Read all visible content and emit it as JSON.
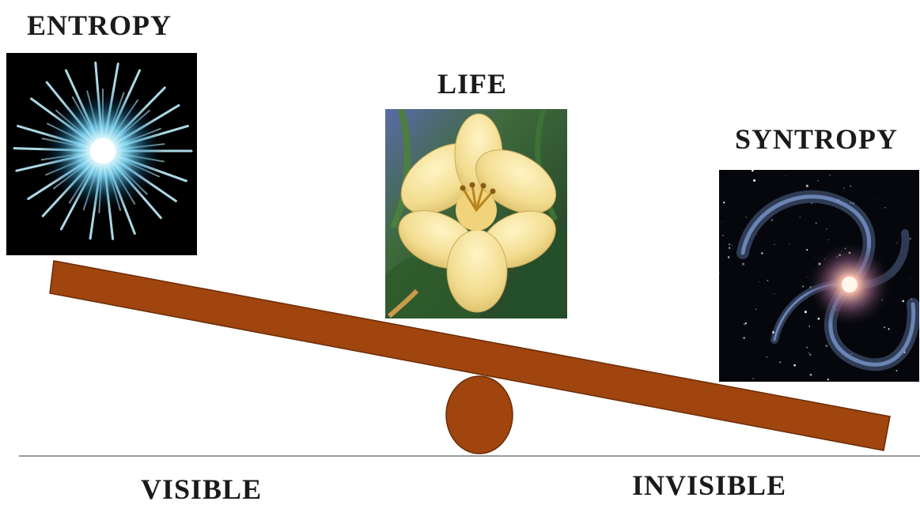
{
  "labels": {
    "entropy": "ENTROPY",
    "life": "LIFE",
    "syntropy": "SYNTROPY",
    "visible": "VISIBLE",
    "invisible": "INVISIBLE"
  },
  "colors": {
    "plank": "#a0450e",
    "plank_outline": "#6b2c07",
    "fulcrum": "#a0450e",
    "ground": "#9a9a9a",
    "text": "#1a1a1a"
  },
  "icons": {
    "entropy": "starburst-icon",
    "life": "lily-flower-icon",
    "syntropy": "spiral-galaxy-icon"
  }
}
